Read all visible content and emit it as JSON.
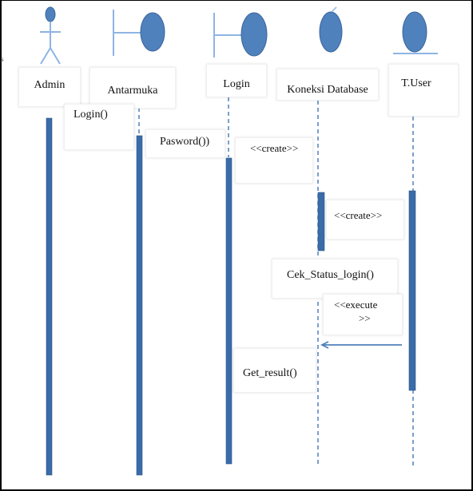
{
  "diagram": {
    "participants": [
      {
        "id": "admin",
        "label": "Admin",
        "kind": "actor"
      },
      {
        "id": "antarmuka",
        "label": "Antarmuka",
        "kind": "boundary"
      },
      {
        "id": "login",
        "label": "Login",
        "kind": "boundary"
      },
      {
        "id": "koneksi",
        "label": "Koneksi Database",
        "kind": "control"
      },
      {
        "id": "tuser",
        "label": "T.User",
        "kind": "entity"
      }
    ],
    "messages": [
      {
        "label": "Login()"
      },
      {
        "label": "Pasword())"
      },
      {
        "label": "<<create>>"
      },
      {
        "label": "<<create>>"
      },
      {
        "label": "Cek_Status_login()"
      },
      {
        "label": "<<execute",
        "label2": ">>"
      },
      {
        "label": "Get_result()"
      }
    ],
    "edge_glyph": "s"
  },
  "colors": {
    "shape_fill": "#4f81bd",
    "shape_stroke": "#3a659b",
    "line": "#8eb4e3",
    "activation": "#3a6ca8",
    "arrow": "#4f81bd"
  }
}
